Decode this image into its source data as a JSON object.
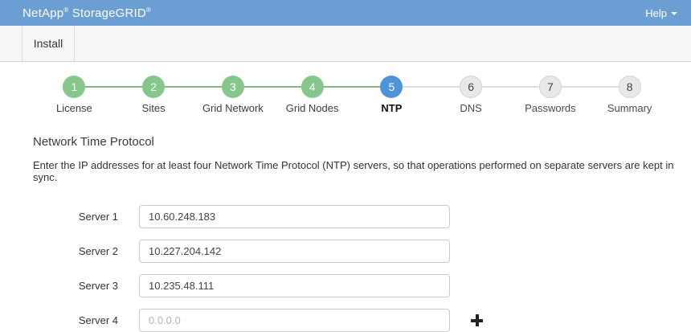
{
  "header": {
    "product_part1": "NetApp",
    "product_part2": "StorageGRID",
    "registered_mark": "®",
    "help_label": "Help",
    "background_color": "#6b9fd3"
  },
  "toolbar": {
    "install_tab_label": "Install"
  },
  "stepper": {
    "steps": [
      {
        "number": "1",
        "label": "License",
        "state": "completed"
      },
      {
        "number": "2",
        "label": "Sites",
        "state": "completed"
      },
      {
        "number": "3",
        "label": "Grid Network",
        "state": "completed"
      },
      {
        "number": "4",
        "label": "Grid Nodes",
        "state": "completed"
      },
      {
        "number": "5",
        "label": "NTP",
        "state": "active"
      },
      {
        "number": "6",
        "label": "DNS",
        "state": "pending"
      },
      {
        "number": "7",
        "label": "Passwords",
        "state": "pending"
      },
      {
        "number": "8",
        "label": "Summary",
        "state": "pending"
      }
    ],
    "colors": {
      "completed_circle": "#85c78a",
      "active_circle": "#4d94d9",
      "pending_circle": "#e8e8e8",
      "connector_done": "#7dbe7d",
      "connector_todo": "#dddddd"
    }
  },
  "content": {
    "section_title": "Network Time Protocol",
    "description": "Enter the IP addresses for at least four Network Time Protocol (NTP) servers, so that operations performed on separate servers are kept in sync."
  },
  "form": {
    "rows": [
      {
        "label": "Server 1",
        "value": "10.60.248.183",
        "placeholder": ""
      },
      {
        "label": "Server 2",
        "value": "10.227.204.142",
        "placeholder": ""
      },
      {
        "label": "Server 3",
        "value": "10.235.48.111",
        "placeholder": ""
      },
      {
        "label": "Server 4",
        "value": "",
        "placeholder": "0.0.0.0"
      }
    ],
    "add_server_icon": "plus"
  }
}
